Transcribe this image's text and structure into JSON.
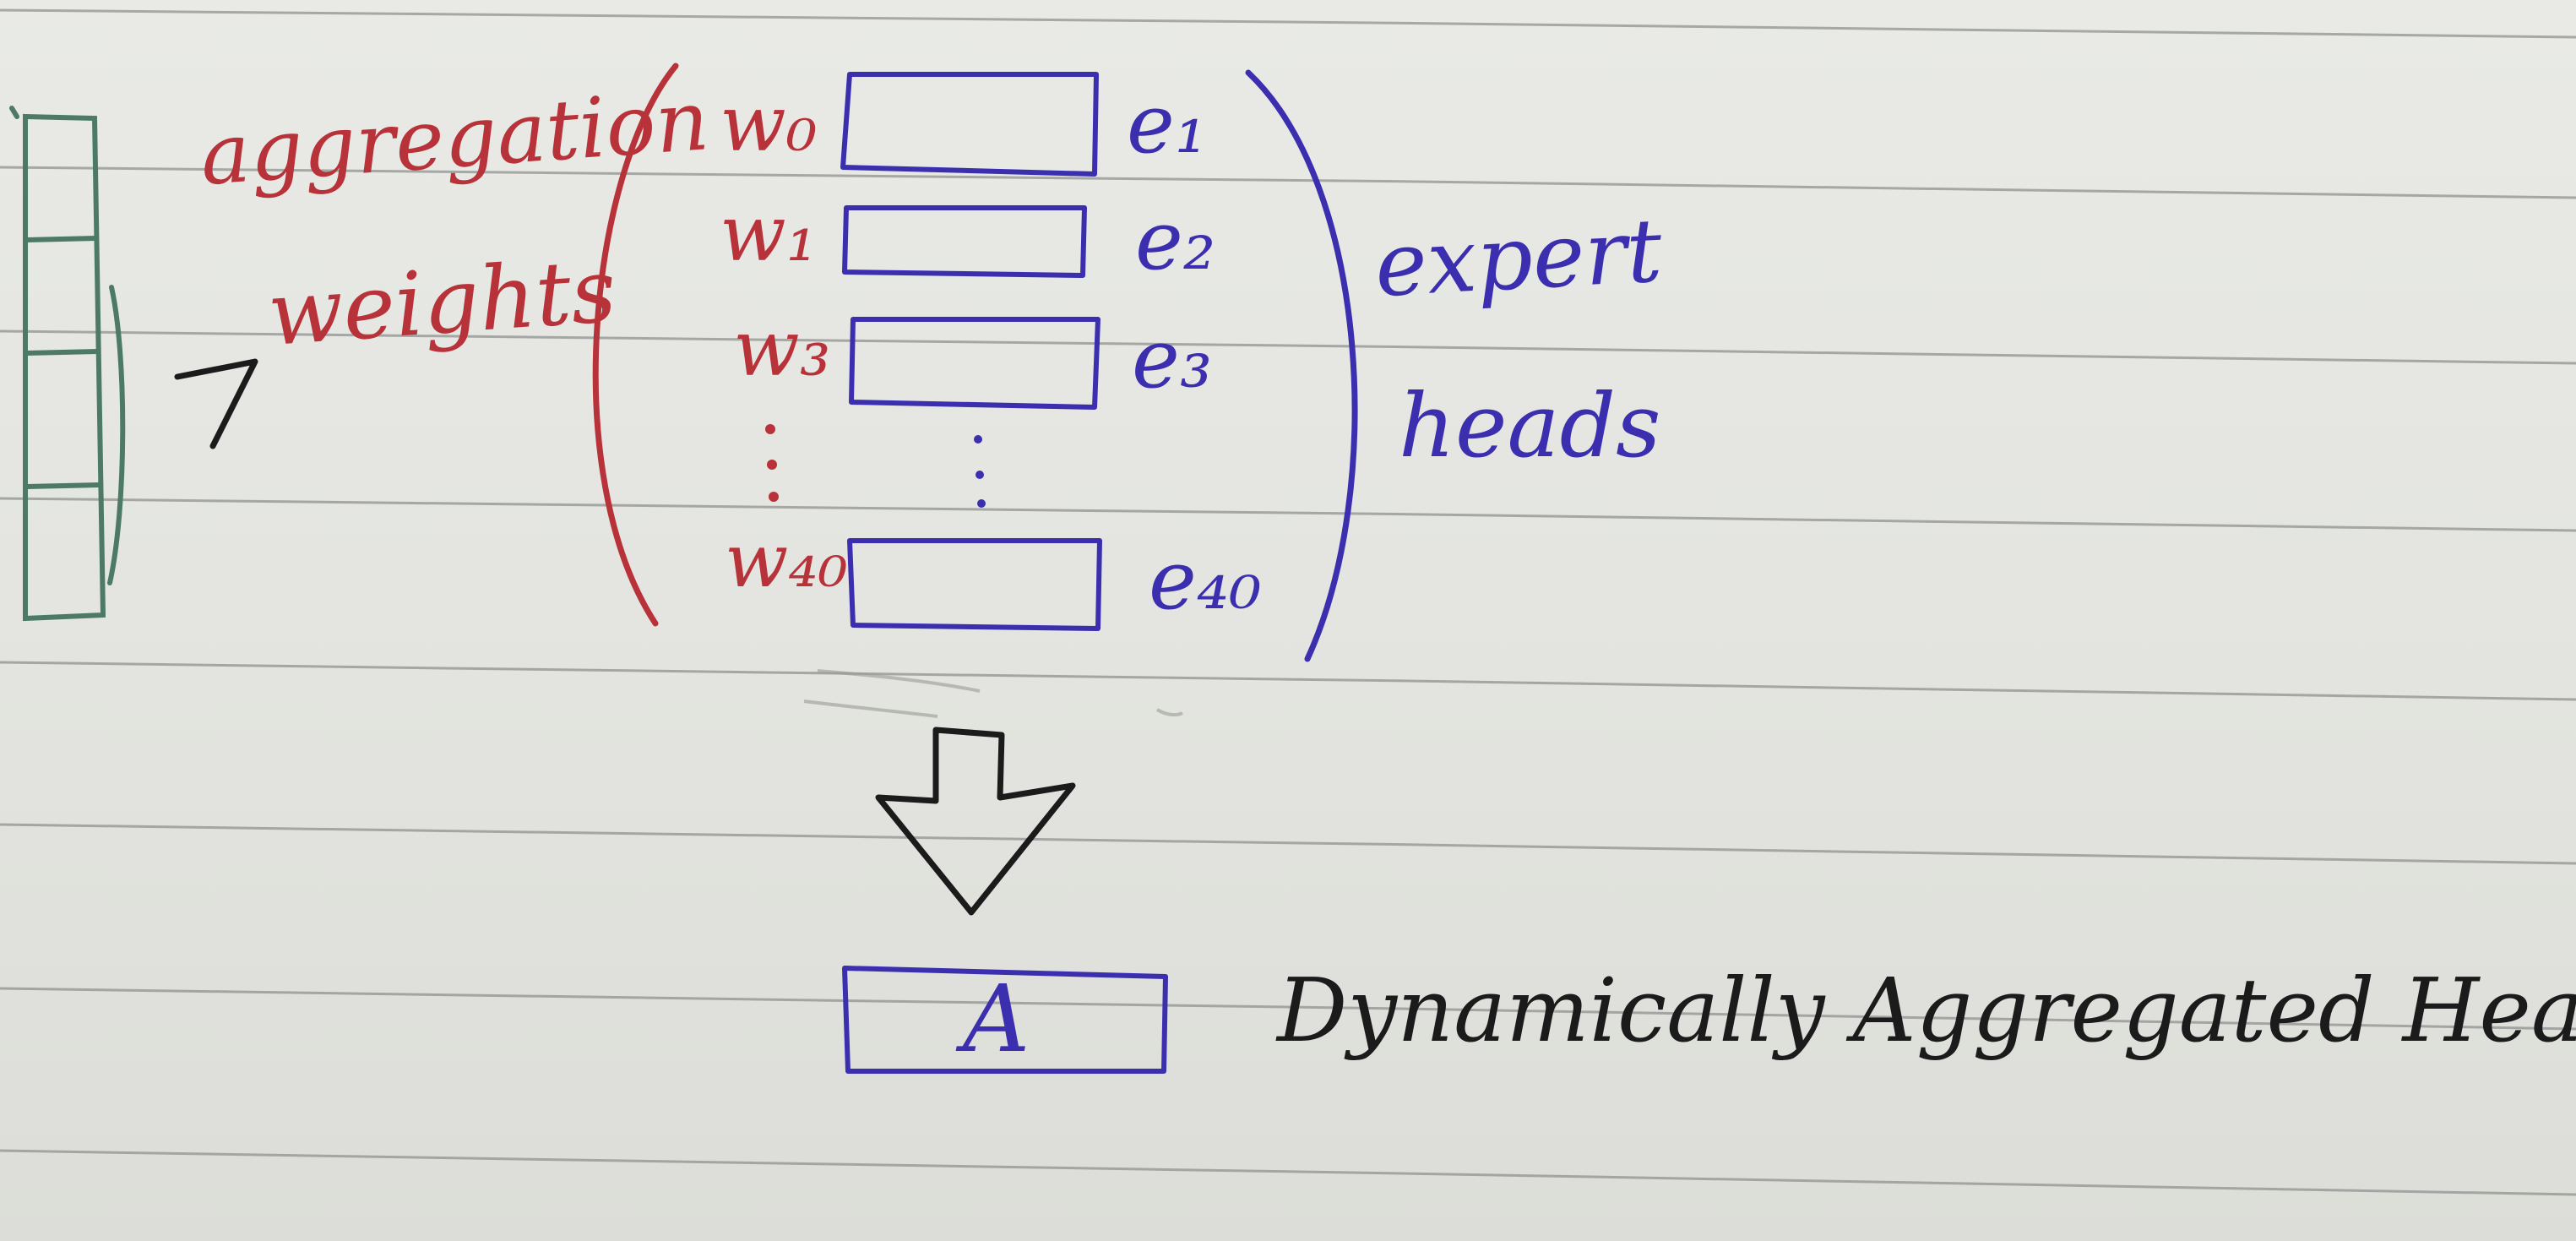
{
  "colors": {
    "paper": "#e6e7e3",
    "rule_line": "#8f918f",
    "red_ink": "#b8323a",
    "blue_ink": "#3b2fb0",
    "black_ink": "#1b1b1b",
    "green_ink": "#4c7a66"
  },
  "labels": {
    "aggregation": "aggregation",
    "weights": "weights",
    "expert": "expert",
    "heads": "heads",
    "result_box": "A",
    "result_caption": "Dynamically Aggregated Head"
  },
  "experts": [
    {
      "weight": "w₀",
      "expert": "e₁"
    },
    {
      "weight": "w₁",
      "expert": "e₂"
    },
    {
      "weight": "w₃",
      "expert": "e₃"
    },
    {
      "weight": "w₄₀",
      "expert": "e₄₀"
    }
  ]
}
